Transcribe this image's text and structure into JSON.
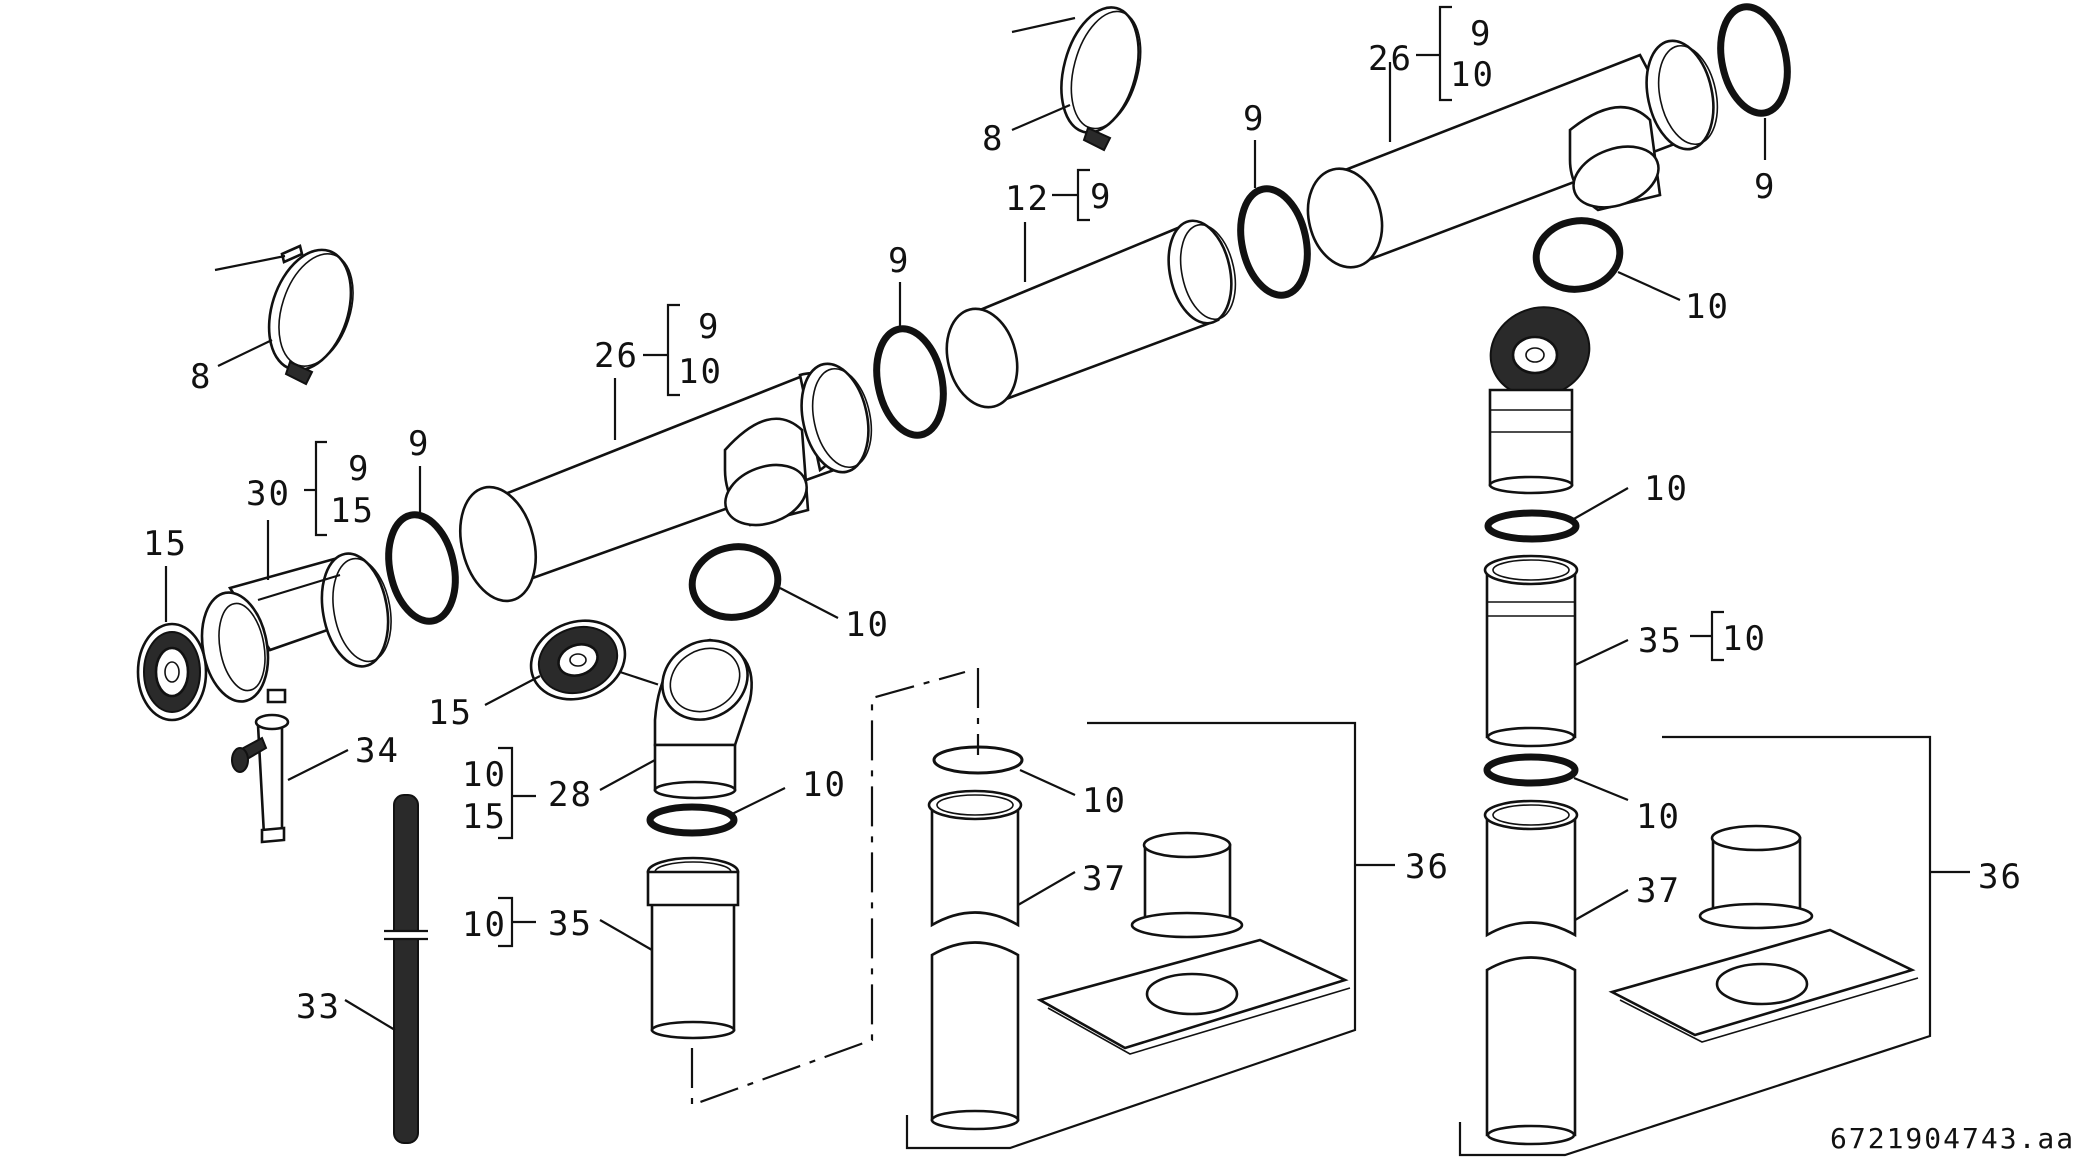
{
  "drawing_code": "6721904743.aa",
  "labels": {
    "clamp_left": "8",
    "clamp_top": "8",
    "callout_26_left": "26",
    "callout_26_left_a": "9",
    "callout_26_left_b": "10",
    "callout_26_right": "26",
    "callout_26_right_a": "9",
    "callout_26_right_b": "10",
    "callout_12": "12",
    "callout_12_a": "9",
    "callout_30": "30",
    "callout_30_a": "9",
    "callout_30_b": "15",
    "seal_9_a": "9",
    "seal_9_b": "9",
    "seal_9_c": "9",
    "seal_9_d": "9",
    "cap_15_left": "15",
    "cap_15_mid": "15",
    "seal_10_a": "10",
    "seal_10_b": "10",
    "seal_10_c": "10",
    "seal_10_d": "10",
    "seal_10_e": "10",
    "seal_10_f": "10",
    "callout_34": "34",
    "callout_33": "33",
    "callout_28": "28",
    "callout_28_a": "10",
    "callout_28_b": "15",
    "callout_35_left": "35",
    "callout_35_left_a": "10",
    "callout_35_right": "35",
    "callout_35_right_a": "10",
    "callout_37_left": "37",
    "callout_37_right": "37",
    "callout_36_left": "36",
    "callout_36_right": "36"
  }
}
